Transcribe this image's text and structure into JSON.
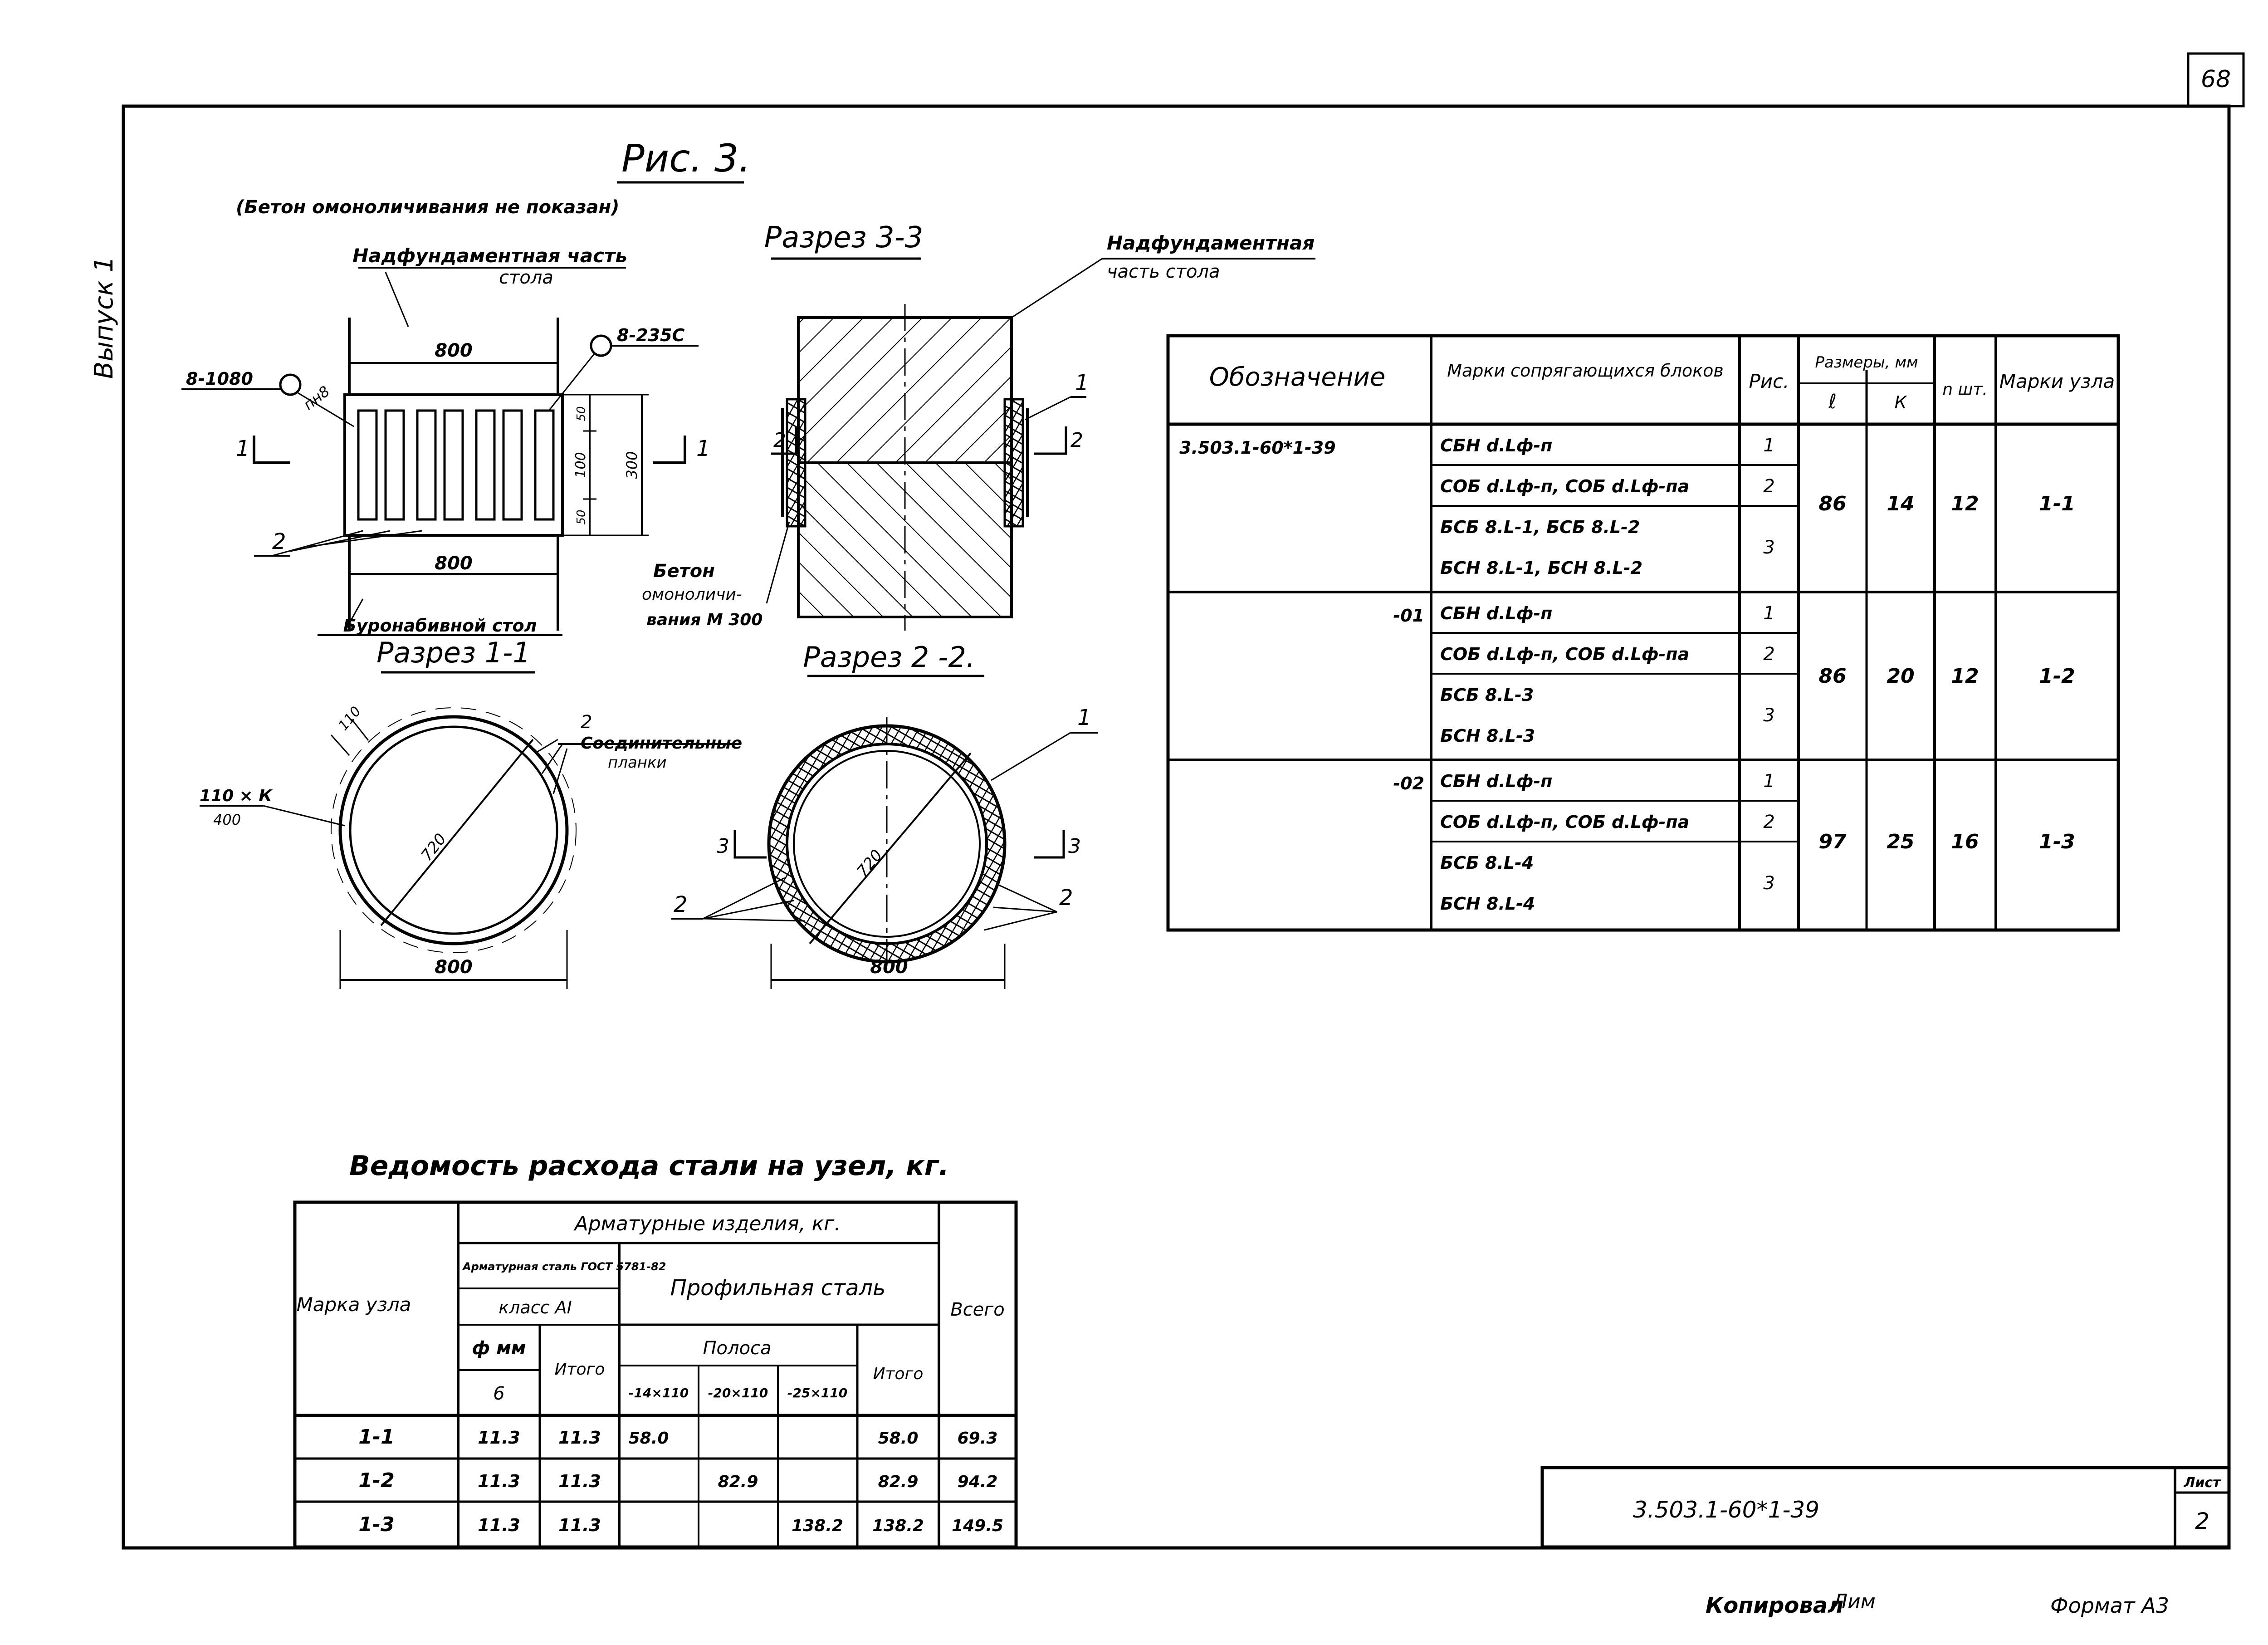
{
  "sheet": {
    "page_number": "68",
    "side_label": "Выпуск 1",
    "copied_by": "Копировал",
    "copied_signature": "Лим",
    "format": "Формат А3",
    "title_block": {
      "code": "3.503.1-60*1-39",
      "sheet_label": "Лист",
      "sheet_number": "2"
    }
  },
  "figure": {
    "title": "Рис. 3.",
    "note": "(Бетон омоноличивания не показан)",
    "elevation": {
      "top_label": "Надфундаментная часть",
      "top_label2": "стола",
      "top_width": "800",
      "bottom_width": "800",
      "bottom_label": "Буронабивной стол",
      "weld_left": "8-1080",
      "weld_right": "8-235С",
      "weld_note": "пн8",
      "dim_total": "300",
      "dim_mid": "100",
      "dim_top": "50",
      "dim_bot": "50",
      "section_mark": "1",
      "callout_2": "2"
    },
    "section_33": {
      "title": "Разрез 3-3",
      "callout_top": "Надфундаментная",
      "callout_top2": "часть стола",
      "concrete_label": "Бетон",
      "concrete_label2": "омоноличи-",
      "concrete_label3": "вания М 300",
      "callout_1": "1",
      "mark_2": "2"
    },
    "section_11": {
      "title": "Разрез 1-1",
      "plank_label": "2",
      "plank_label2": "Соединительные",
      "plank_label3": "планки",
      "plank_size": "110",
      "strip_label": "110 × К",
      "strip_label2": "400",
      "diameter_label": "720",
      "outer_dim": "800"
    },
    "section_22": {
      "title": "Разрез 2 -2.",
      "callout_1": "1",
      "callout_2": "2",
      "section_mark": "3",
      "diameter_label": "720",
      "outer_dim": "800"
    }
  },
  "main_table": {
    "headers": {
      "designation": "Обозначение",
      "marks": "Марки сопрягающихся блоков",
      "fig": "Рис.",
      "sizes": "Размеры, мм",
      "l": "ℓ",
      "k": "К",
      "n": "n шт.",
      "node": "Марки узла"
    },
    "groups": [
      {
        "designation": "3.503.1-60*1-39",
        "l": "86",
        "k": "14",
        "n": "12",
        "node": "1-1",
        "rows": [
          {
            "mark": "СБН d.Lф-п",
            "fig": "1"
          },
          {
            "mark": "СОБ d.Lф-п, СОБ d.Lф-па",
            "fig": "2"
          },
          {
            "mark": "БСБ 8.L-1, БСБ 8.L-2",
            "fig": "3"
          },
          {
            "mark": "БСН 8.L-1, БСН 8.L-2",
            "fig": ""
          }
        ]
      },
      {
        "designation": "-01",
        "l": "86",
        "k": "20",
        "n": "12",
        "node": "1-2",
        "rows": [
          {
            "mark": "СБН d.Lф-п",
            "fig": "1"
          },
          {
            "mark": "СОБ d.Lф-п, СОБ d.Lф-па",
            "fig": "2"
          },
          {
            "mark": "БСБ 8.L-3",
            "fig": "3"
          },
          {
            "mark": "БСН 8.L-3",
            "fig": ""
          }
        ]
      },
      {
        "designation": "-02",
        "l": "97",
        "k": "25",
        "n": "16",
        "node": "1-3",
        "rows": [
          {
            "mark": "СБН d.Lф-п",
            "fig": "1"
          },
          {
            "mark": "СОБ d.Lф-п, СОБ d.Lф-па",
            "fig": "2"
          },
          {
            "mark": "БСБ 8.L-4",
            "fig": "3"
          },
          {
            "mark": "БСН 8.L-4",
            "fig": ""
          }
        ]
      }
    ]
  },
  "steel_table": {
    "title": "Ведомость расхода стали на узел, кг.",
    "headers": {
      "node": "Марка узла",
      "products": "Арматурные изделия, кг.",
      "rebar": "Арматурная сталь ГОСТ 5781-82",
      "class": "класс АI",
      "diam": "ф мм",
      "diam_val": "6",
      "total": "Итого",
      "profile": "Профильная сталь",
      "strip": "Полоса",
      "s1": "-14×110",
      "s2": "-20×110",
      "s3": "-25×110",
      "total2": "Итого",
      "all": "Всего"
    },
    "rows": [
      {
        "node": "1-1",
        "d6": "11.3",
        "t1": "11.3",
        "s1": "58.0",
        "s2": "",
        "s3": "",
        "t2": "58.0",
        "all": "69.3"
      },
      {
        "node": "1-2",
        "d6": "11.3",
        "t1": "11.3",
        "s1": "",
        "s2": "82.9",
        "s3": "",
        "t2": "82.9",
        "all": "94.2"
      },
      {
        "node": "1-3",
        "d6": "11.3",
        "t1": "11.3",
        "s1": "",
        "s2": "",
        "s3": "138.2",
        "t2": "138.2",
        "all": "149.5"
      }
    ]
  }
}
